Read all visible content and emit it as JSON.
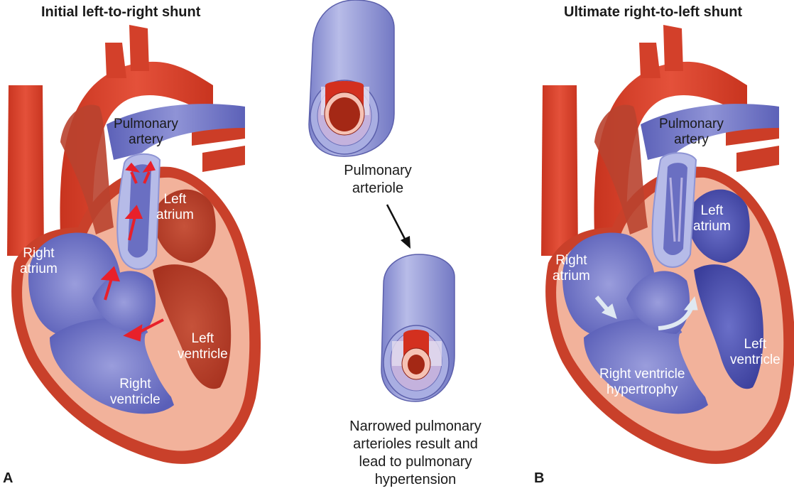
{
  "panels": {
    "a": {
      "letter": "A",
      "title": "Initial left-to-right shunt",
      "labels": {
        "pulmonary_artery": [
          "Pulmonary",
          "artery"
        ],
        "left_atrium": [
          "Left",
          "atrium"
        ],
        "right_atrium": [
          "Right",
          "atrium"
        ],
        "left_ventricle": [
          "Left",
          "ventricle"
        ],
        "right_ventricle": [
          "Right",
          "ventricle"
        ]
      },
      "flow_arrow_color": "#e8202a"
    },
    "b": {
      "letter": "B",
      "title": "Ultimate right-to-left shunt",
      "labels": {
        "pulmonary_artery": [
          "Pulmonary",
          "artery"
        ],
        "left_atrium": [
          "Left",
          "atrium"
        ],
        "right_atrium": [
          "Right",
          "atrium"
        ],
        "left_ventricle": [
          "Left",
          "ventricle"
        ],
        "right_ventricle": [
          "Right ventricle",
          "hypertrophy"
        ]
      },
      "flow_arrow_color": "#dfe8f2"
    }
  },
  "center": {
    "top_label": [
      "Pulmonary",
      "arteriole"
    ],
    "bottom_caption": [
      "Narrowed pulmonary",
      "arterioles result and",
      "lead to pulmonary",
      "hypertension"
    ]
  },
  "colors": {
    "oxygenated": "#d9442b",
    "deoxygenated": "#6f73c4",
    "myocardium": "#f2b29b",
    "vessel_wall": "#a9b0e0"
  }
}
